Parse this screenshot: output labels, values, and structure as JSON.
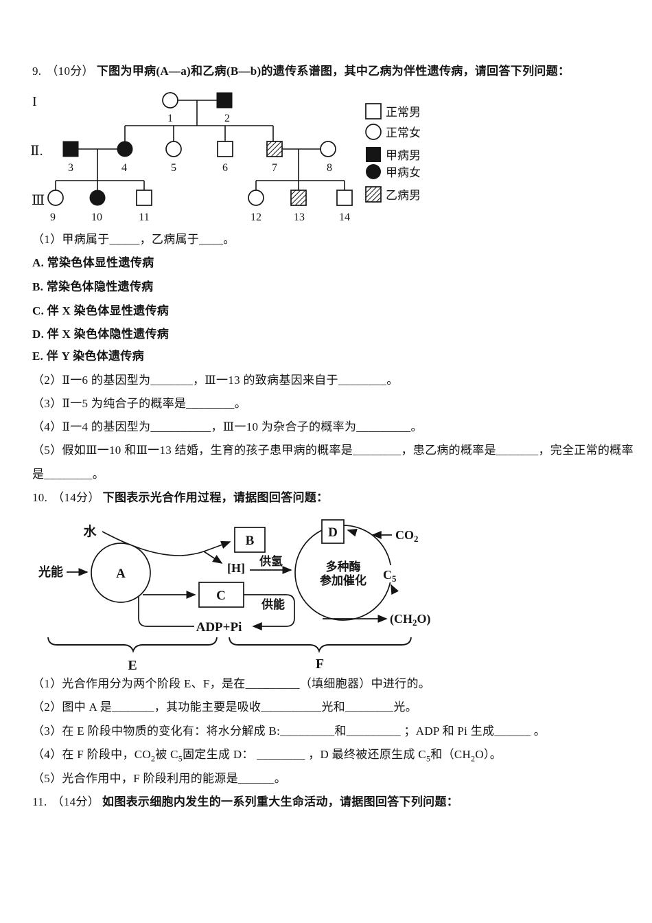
{
  "page": {
    "background": "#ffffff",
    "text_color": "#151515"
  },
  "q9": {
    "number": "9.",
    "score": "（10分）",
    "title": "下图为甲病(A—a)和乙病(B—b)的遗传系谱图，其中乙病为伴性遗传病，请回答下列问题：",
    "pedigree": {
      "generation_labels": [
        "I",
        "Ⅱ.",
        "Ⅲ"
      ],
      "individual_ids": [
        "1",
        "2",
        "3",
        "4",
        "5",
        "6",
        "7",
        "8",
        "9",
        "10",
        "11",
        "12",
        "13",
        "14"
      ],
      "individuals": [
        {
          "id": "1",
          "generation": "I",
          "type": "normal-female"
        },
        {
          "id": "2",
          "generation": "I",
          "type": "disease-a-male"
        },
        {
          "id": "3",
          "generation": "II",
          "type": "disease-a-male"
        },
        {
          "id": "4",
          "generation": "II",
          "type": "disease-a-female"
        },
        {
          "id": "5",
          "generation": "II",
          "type": "normal-female"
        },
        {
          "id": "6",
          "generation": "II",
          "type": "normal-male"
        },
        {
          "id": "7",
          "generation": "II",
          "type": "disease-b-male"
        },
        {
          "id": "8",
          "generation": "II",
          "type": "normal-female"
        },
        {
          "id": "9",
          "generation": "III",
          "type": "normal-female"
        },
        {
          "id": "10",
          "generation": "III",
          "type": "disease-a-female"
        },
        {
          "id": "11",
          "generation": "III",
          "type": "normal-male"
        },
        {
          "id": "12",
          "generation": "III",
          "type": "normal-female"
        },
        {
          "id": "13",
          "generation": "III",
          "type": "disease-b-male"
        },
        {
          "id": "14",
          "generation": "III",
          "type": "normal-male"
        }
      ],
      "couples": [
        "1-2",
        "3-4",
        "7-8"
      ],
      "children": {
        "1-2": [
          "4",
          "5",
          "6",
          "7"
        ],
        "3-4": [
          "9",
          "10",
          "11"
        ],
        "7-8": [
          "12",
          "13",
          "14"
        ]
      },
      "legend": [
        {
          "symbol": "open-square",
          "label": "正常男"
        },
        {
          "symbol": "open-circle",
          "label": "正常女"
        },
        {
          "symbol": "filled-square",
          "label": "甲病男"
        },
        {
          "symbol": "filled-circle",
          "label": "甲病女"
        },
        {
          "symbol": "hatched-square",
          "label": "乙病男"
        }
      ]
    },
    "item1": "（1）甲病属于_____，乙病属于____。",
    "options": [
      "A. 常染色体显性遗传病",
      "B. 常染色体隐性遗传病",
      "C. 伴 X 染色体显性遗传病",
      "D. 伴 X 染色体隐性遗传病",
      "E. 伴 Y 染色体遗传病"
    ],
    "item2": "（2）Ⅱ一6 的基因型为_______，Ⅲ一13 的致病基因来自于________。",
    "item3": "（3）Ⅱ一5 为纯合子的概率是________。",
    "item4": "（4）Ⅱ一4 的基因型为__________，Ⅲ一10 为杂合子的概率为_________。",
    "item5a": "（5）假如Ⅲ一10 和Ⅲ一13 结婚，生育的孩子患甲病的概率是________，患乙病的概率是_______，完全正常的概率",
    "item5b": "是________。"
  },
  "q10": {
    "number": "10.",
    "score": "（14分）",
    "title": "下图表示光合作用过程，请据图回答问题：",
    "diagram": {
      "water": "水",
      "light_energy": "光能",
      "node_a": "A",
      "node_b": "B",
      "node_c": "C",
      "node_d": "D",
      "hydrogen": "[H]",
      "supply_hydrogen": "供氢",
      "supply_energy": "供能",
      "enzyme_line1": "多种酶",
      "enzyme_line2": "参加催化",
      "c5": [
        "C",
        "5"
      ],
      "co2": [
        "CO",
        "2"
      ],
      "ch2o": [
        "(CH",
        "2",
        "O)"
      ],
      "adp_pi": "ADP+Pi",
      "stage_left": "E",
      "stage_right": "F"
    },
    "item1": "（1）光合作用分为两个阶段 E、F，是在_________（填细胞器）中进行的。",
    "item2": "（2）图中 A 是_______，其功能主要是吸收__________光和________光。",
    "item3": "（3）在 E 阶段中物质的变化有：将水分解成 B:_________和_________ ；ADP 和 Pi 生成______ 。",
    "item4_segments": [
      "（4）在 F 阶段中，CO",
      "2",
      "被 C",
      "5",
      "固定生成 D： ________ ，D 最终被还原生成 C",
      "5",
      "和（CH",
      "2",
      "O）。"
    ],
    "item5": "（5）光合作用中，F 阶段利用的能源是______。"
  },
  "q11": {
    "number": "11.",
    "score": "（14分）",
    "title": "如图表示细胞内发生的一系列重大生命活动，请据图回答下列问题："
  }
}
